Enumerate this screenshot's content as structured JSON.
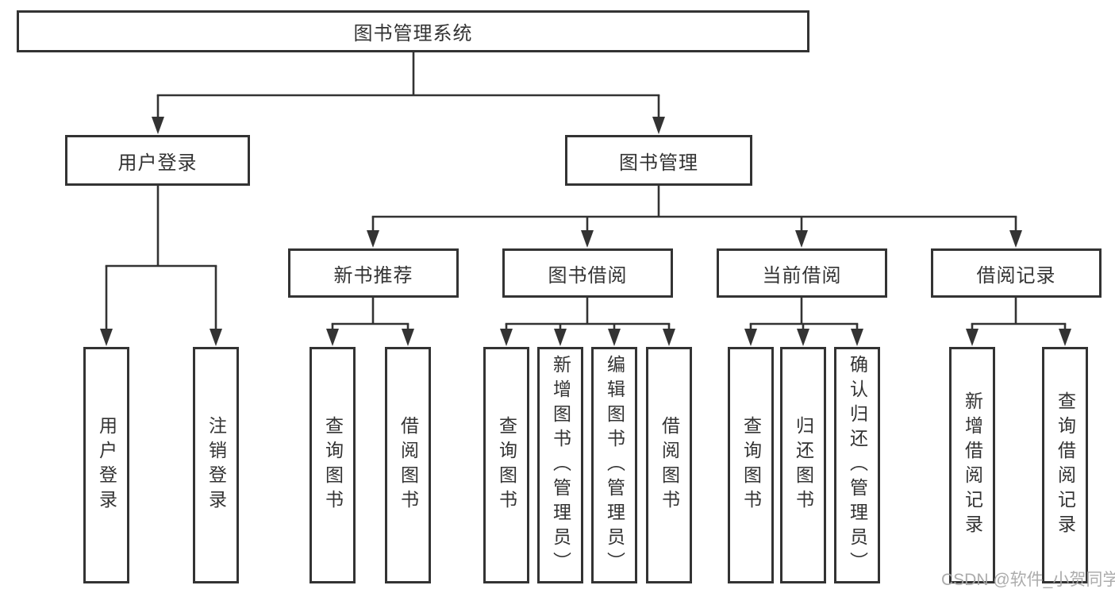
{
  "diagram": {
    "root": {
      "label": "图书管理系统"
    },
    "level2": [
      {
        "label": "用户登录"
      },
      {
        "label": "图书管理"
      }
    ],
    "level3": [
      {
        "label": "新书推荐",
        "parent": "图书管理"
      },
      {
        "label": "图书借阅",
        "parent": "图书管理"
      },
      {
        "label": "当前借阅",
        "parent": "图书管理"
      },
      {
        "label": "借阅记录",
        "parent": "图书管理"
      }
    ],
    "leaves": [
      {
        "label": "用户登录",
        "parent": "用户登录"
      },
      {
        "label": "注销登录",
        "parent": "用户登录"
      },
      {
        "label": "查询图书",
        "parent": "新书推荐"
      },
      {
        "label": "借阅图书",
        "parent": "新书推荐"
      },
      {
        "label": "查询图书",
        "parent": "图书借阅"
      },
      {
        "label": "新增图书（管理员）",
        "parent": "图书借阅"
      },
      {
        "label": "编辑图书（管理员）",
        "parent": "图书借阅"
      },
      {
        "label": "借阅图书",
        "parent": "图书借阅"
      },
      {
        "label": "查询图书",
        "parent": "当前借阅"
      },
      {
        "label": "归还图书",
        "parent": "当前借阅"
      },
      {
        "label": "确认归还（管理员）",
        "parent": "当前借阅"
      },
      {
        "label": "新增借阅记录",
        "parent": "借阅记录"
      },
      {
        "label": "查询借阅记录",
        "parent": "借阅记录"
      }
    ]
  },
  "watermark": "CSDN @软件_小贺同学",
  "colors": {
    "line": "#333333",
    "text": "#333333",
    "watermark": "#a6a6a6",
    "background": "#ffffff"
  }
}
